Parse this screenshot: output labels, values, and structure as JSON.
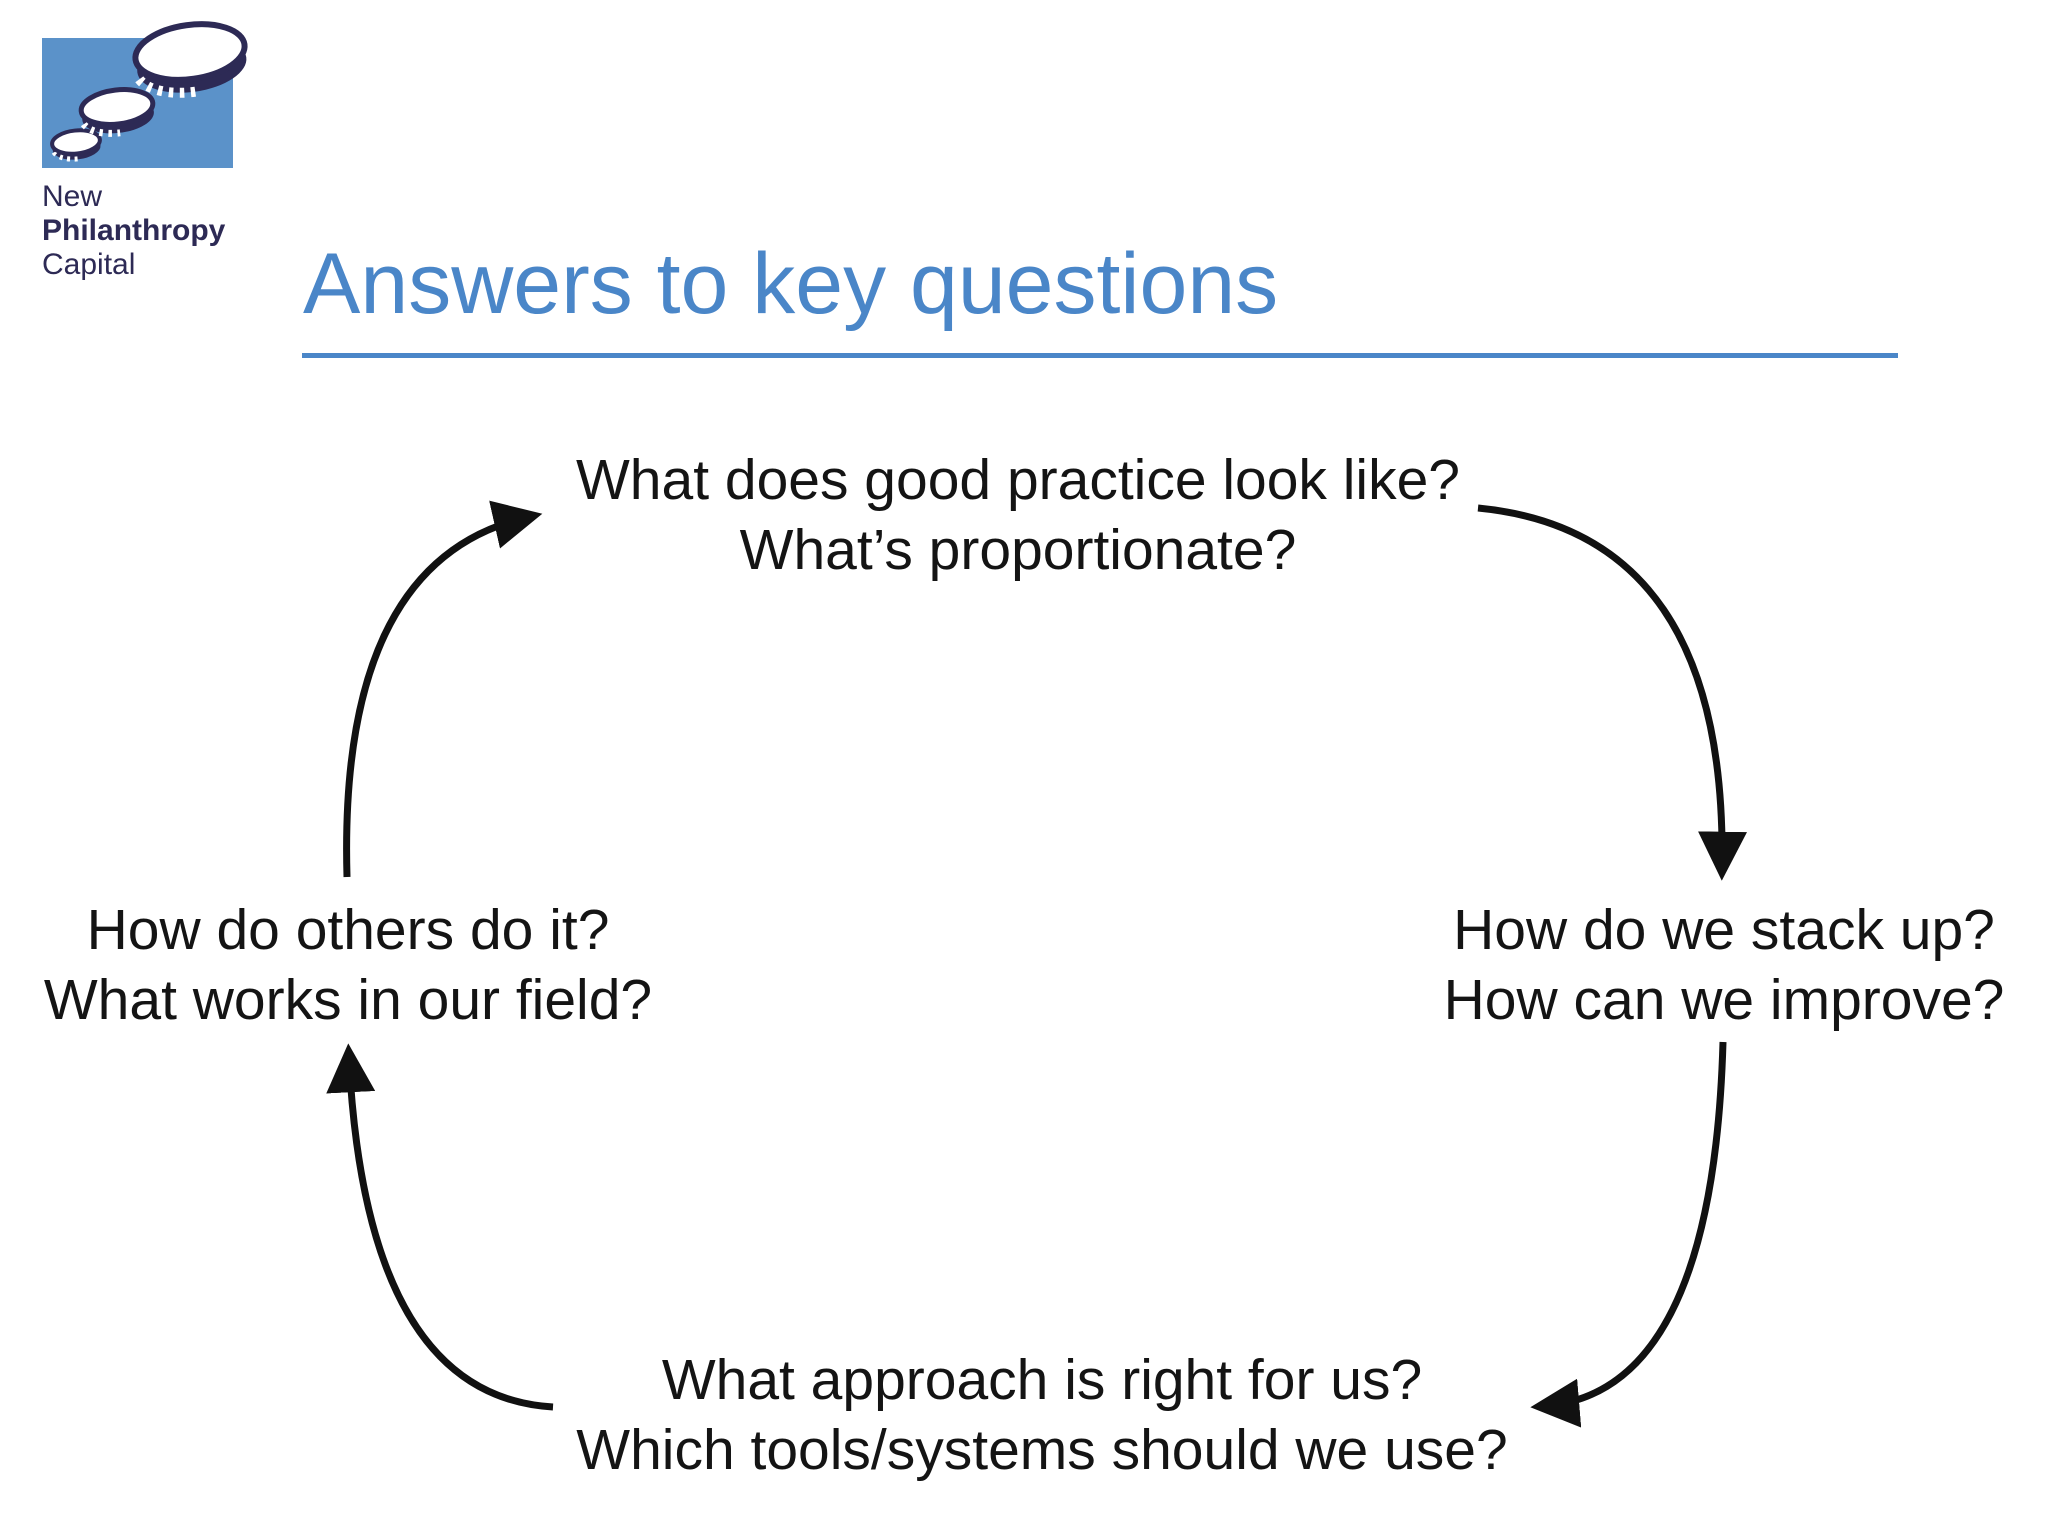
{
  "logo": {
    "line1": "New",
    "line2": "Philanthropy",
    "line3": "Capital"
  },
  "header": {
    "title": "Answers to key questions"
  },
  "diagram": {
    "type": "cycle",
    "direction": "clockwise",
    "top": {
      "line1": "What does good practice look like?",
      "line2": "What’s proportionate?"
    },
    "right": {
      "line1": "How do we stack up?",
      "line2": "How can we improve?"
    },
    "bottom": {
      "line1": "What approach is right for us?",
      "line2": "Which tools/systems should we use?"
    },
    "left": {
      "line1": "How do others do it?",
      "line2": "What works in our field?"
    }
  },
  "colors": {
    "title_blue": "#4a86c8",
    "logo_square_blue": "#5b92c9",
    "logo_navy": "#2d2a55",
    "text_black": "#141414",
    "arrow_black": "#111111",
    "background": "#ffffff"
  }
}
